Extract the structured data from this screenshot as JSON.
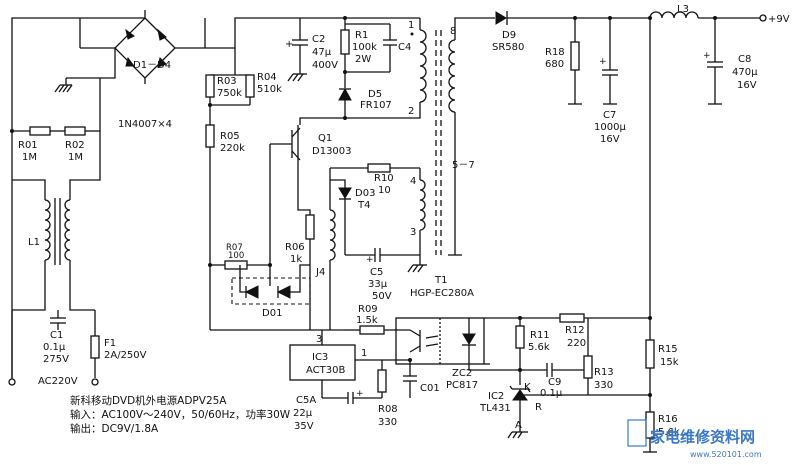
{
  "title": "新科移动DVD机外电源ADPV25A",
  "spec_input": "输入：AC100V～240V，50/60Hz，功率30W",
  "spec_output": "输出：DC9V/1.8A",
  "ac_input": "AC220V",
  "output_label": "+9V",
  "watermark": {
    "text": "家电维修资料网",
    "url": "www.520101.com"
  },
  "components": {
    "bridge": {
      "ref": "D1－D4",
      "type": "1N4007×4"
    },
    "r01": {
      "ref": "R01",
      "value": "1M"
    },
    "r02": {
      "ref": "R02",
      "value": "1M"
    },
    "l1": {
      "ref": "L1"
    },
    "c1": {
      "ref": "C1",
      "value1": "0.1μ",
      "value2": "275V"
    },
    "f1": {
      "ref": "F1",
      "value": "2A/250V"
    },
    "r03": {
      "ref": "R03",
      "value": "750k"
    },
    "r04": {
      "ref": "R04",
      "value": "510k"
    },
    "r05": {
      "ref": "R05",
      "value": "220k"
    },
    "c2": {
      "ref": "C2",
      "value1": "47μ",
      "value2": "400V"
    },
    "r1": {
      "ref": "R1",
      "value1": "100k",
      "value2": "2W"
    },
    "c4": {
      "ref": "C4"
    },
    "d5": {
      "ref": "D5",
      "type": "FR107"
    },
    "q1": {
      "ref": "Q1",
      "type": "D13003"
    },
    "r10": {
      "ref": "R10",
      "value": "10"
    },
    "d03": {
      "ref": "D03",
      "type": "T4"
    },
    "r06": {
      "ref": "R06",
      "value": "1k"
    },
    "r07": {
      "ref": "R07",
      "value": "100"
    },
    "j4": {
      "ref": "J4"
    },
    "d01": {
      "ref": "D01"
    },
    "c5": {
      "ref": "C5",
      "value1": "33μ",
      "value2": "50V"
    },
    "t1": {
      "ref": "T1",
      "type": "HGP-EC280A",
      "pins": [
        "8",
        "2",
        "5－7",
        "4",
        "3",
        "1"
      ]
    },
    "r09": {
      "ref": "R09",
      "value": "1.5k"
    },
    "ic3": {
      "ref": "IC3",
      "type": "ACT30B",
      "pin1": "1",
      "pin3": "3"
    },
    "c5a": {
      "ref": "C5A",
      "value1": "22μ",
      "value2": "35V"
    },
    "r08": {
      "ref": "R08",
      "value": "330"
    },
    "c01": {
      "ref": "C01"
    },
    "zc2": {
      "ref": "ZC2",
      "type": "PC817"
    },
    "d9": {
      "ref": "D9",
      "type": "SR580"
    },
    "r18": {
      "ref": "R18",
      "value": "680"
    },
    "c7": {
      "ref": "C7",
      "value1": "1000μ",
      "value2": "16V"
    },
    "l3": {
      "ref": "L3"
    },
    "c8": {
      "ref": "C8",
      "value1": "470μ",
      "value2": "16V"
    },
    "r11": {
      "ref": "R11",
      "value": "5.6k"
    },
    "r12": {
      "ref": "R12",
      "value": "220"
    },
    "c9": {
      "ref": "C9",
      "value": "0.1μ"
    },
    "r13": {
      "ref": "R13",
      "value": "330"
    },
    "ic2": {
      "ref": "IC2",
      "type": "TL431",
      "k": "K",
      "a": "A",
      "r": "R"
    },
    "r15": {
      "ref": "R15",
      "value": "15k"
    },
    "r16": {
      "ref": "R16",
      "value": "5.6k"
    }
  }
}
